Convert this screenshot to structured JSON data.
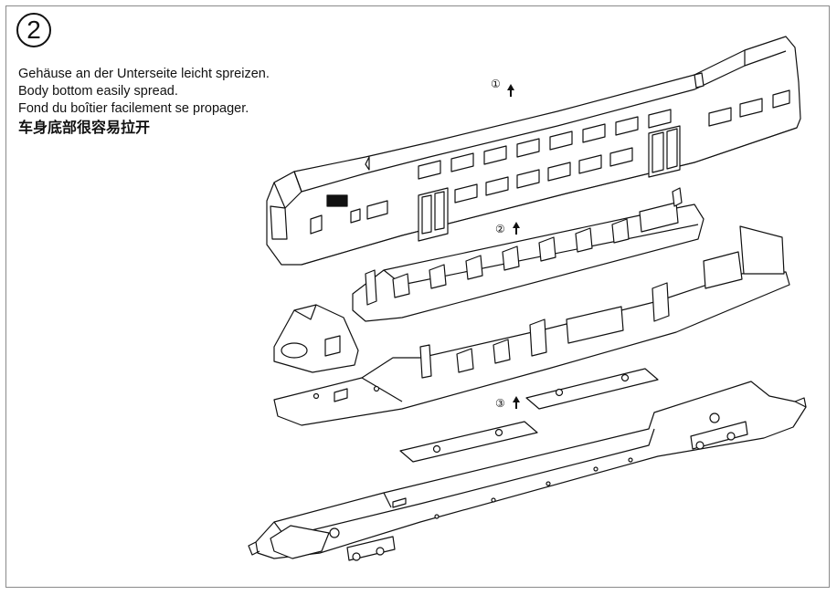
{
  "step": {
    "number": "2"
  },
  "instructions": {
    "de": "Gehäuse an der Unterseite leicht spreizen.",
    "en": "Body bottom easily spread.",
    "fr": "Fond du boîtier facilement se propager.",
    "zh": "车身底部很容易拉开"
  },
  "callouts": {
    "one": "①",
    "two": "②",
    "three": "③"
  }
}
